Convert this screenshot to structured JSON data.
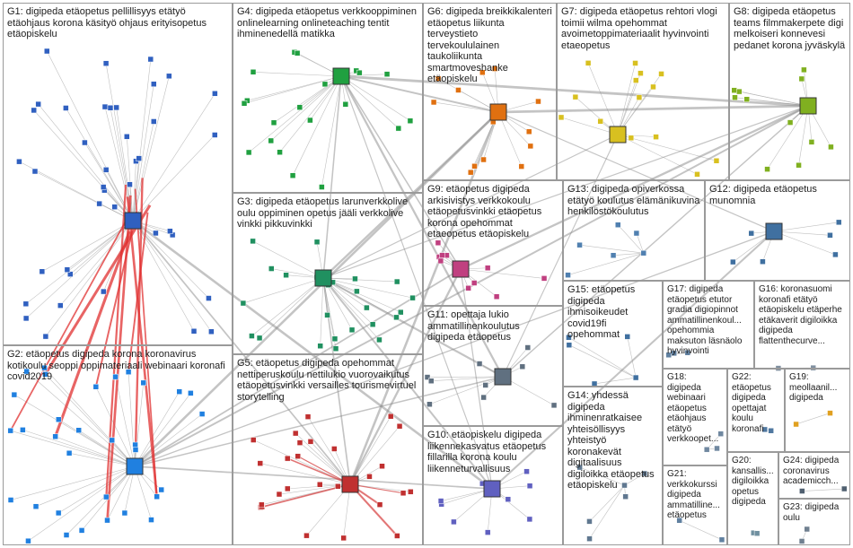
{
  "groups": [
    {
      "id": "G1",
      "label": "G1: digipeda etäopetus pellillisyys etätyö etäohjaus korona käsityö ohjaus erityisopetus etäopiskelu"
    },
    {
      "id": "G2",
      "label": "G2: etäopetus digipeda korona koronavirus kotikoulu seoppi oppimateriaali webinaari koronafi covid2019"
    },
    {
      "id": "G3",
      "label": "G3: digipeda etäopetus larunverkkolive oulu oppiminen opetus jääli verkkolive vinkki pikkuvinkki"
    },
    {
      "id": "G4",
      "label": "G4: digipeda etäopetus verkkooppiminen onlinelearning onlineteaching tentit ihminenedellä matikka"
    },
    {
      "id": "G5",
      "label": "G5: etäopetus digipeda opehommat nettiperuskoulu nettilukio vuorovaikutus etäopetusvinkki versailles tourismevirtuel storytelling"
    },
    {
      "id": "G6",
      "label": "G6: digipeda breikkikalenteri etäopetus liikunta terveystieto tervekoululainen taukoliikunta smartmoveshanke etäopiskelu"
    },
    {
      "id": "G7",
      "label": "G7: digipeda etäopetus rehtori vlogi toimii wilma opehommat avoimetoppimateriaalit hyvinvointi etaeopetus"
    },
    {
      "id": "G8",
      "label": "G8: digipeda etäopetus teams filmmakerpete digi melkoiseri konnevesi pedanet korona jyväskylä"
    },
    {
      "id": "G9",
      "label": "G9: etäopetus digipeda arkisivistys verkkokoulu etäopetusvinkki etäopetus korona opehommat etaeopetus etäopiskelu"
    },
    {
      "id": "G10",
      "label": "G10: etäopiskelu digipeda liikennekasvatus etäopetus fillarilla korona koulu liikenneturvallisuus"
    },
    {
      "id": "G11",
      "label": "G11: opettaja lukio ammatillinenkoulutus digipeda etäopetus"
    },
    {
      "id": "G12",
      "label": "G12: digipeda etäopetus munomnia"
    },
    {
      "id": "G13",
      "label": "G13: digipeda opiverkossa etätyö koulutus elämänikuvina henkilöstökoulutus"
    },
    {
      "id": "G14",
      "label": "G14: yhdessä digipeda ihminenratkaisee yhteisöllisyys yhteistyö koronakevät digitaalisuus digiloikka etäopetus etäopiskelu"
    },
    {
      "id": "G15",
      "label": "G15: etäopetus digipeda ihmisoikeudet covid19fi opehommat"
    },
    {
      "id": "G16",
      "label": "G16: koronasuomi koronafi etätyö etäopiskelu etäperhe etäkaverit digiloikka digipeda flattenthecurve..."
    },
    {
      "id": "G17",
      "label": "G17: digipeda etäopetus etutor gradia digiopinnot ammatillinenkoul... opehommia maksuton läsnäolo hyvinvointi"
    },
    {
      "id": "G18",
      "label": "G18: digipeda webinaari etäopetus etäohjaus etätyö verkkoopet..."
    },
    {
      "id": "G19",
      "label": "G19: meollaanil... digipeda"
    },
    {
      "id": "G20",
      "label": "G20: kansallis... digiloikka opetus digipeda"
    },
    {
      "id": "G21",
      "label": "G21: verkkokurssi digipeda ammatilline... etäopetus"
    },
    {
      "id": "G22",
      "label": "G22: etäopetus digipeda opettajat koulu koronafi"
    },
    {
      "id": "G23",
      "label": "G23: digipeda oulu"
    },
    {
      "id": "G24",
      "label": "G24: digipeda coronavirus academicch..."
    }
  ],
  "colors": {
    "G1": "#3060c0",
    "G2": "#2080e0",
    "G3": "#209060",
    "G4": "#20a040",
    "G5": "#c03030",
    "G6": "#e07010",
    "G7": "#d8c020",
    "G8": "#80b020",
    "G9": "#c04080",
    "G10": "#6060c0",
    "G11": "#607080",
    "G12": "#4070a0",
    "G13": "#5080b0",
    "G14": "#607890",
    "G15": "#4070a0",
    "G16": "#8090a0",
    "G17": "#6080a0",
    "G18": "#7088a0",
    "G19": "#e0a020",
    "G20": "#7090a0",
    "G21": "#6080a0",
    "G22": "#5078a0",
    "G23": "#708090",
    "G24": "#506070",
    "edge": "#b0b0b0",
    "edge_red": "#e03030",
    "box": "#9a9a9a"
  }
}
